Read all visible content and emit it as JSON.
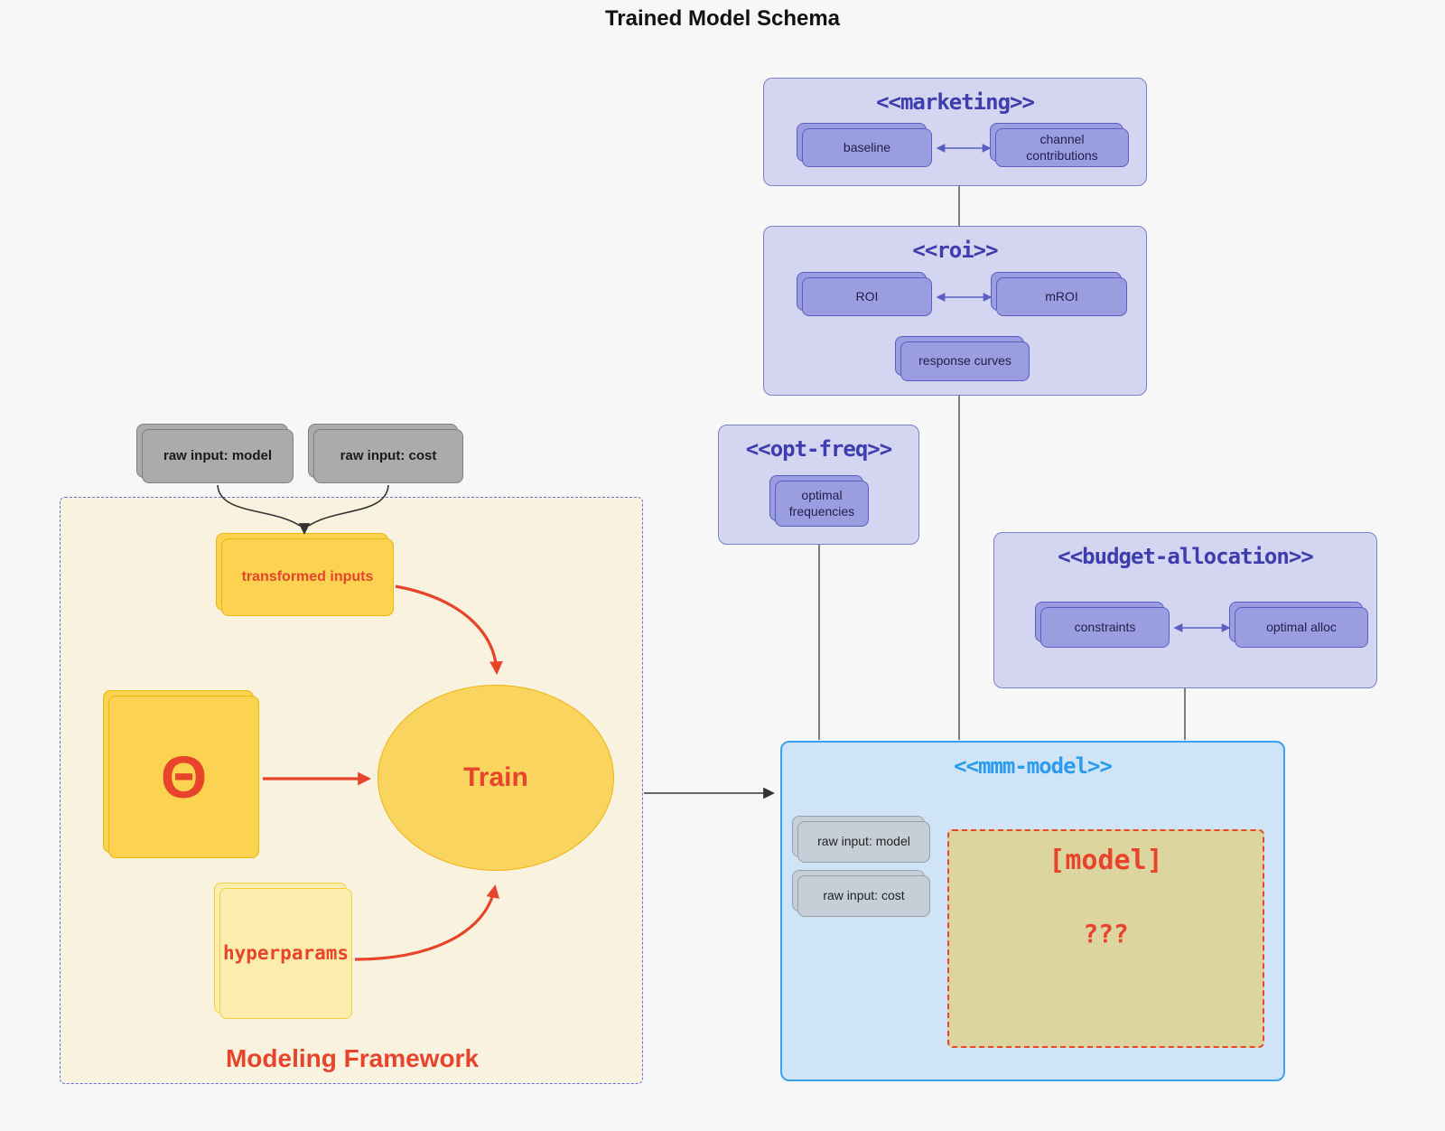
{
  "title": "Trained Model Schema",
  "marketing": {
    "label": "<<marketing>>",
    "baseline": "baseline",
    "channel": "channel contributions"
  },
  "roi": {
    "label": "<<roi>>",
    "roi": "ROI",
    "mroi": "mROI",
    "response": "response curves"
  },
  "opt_freq": {
    "label": "<<opt-freq>>",
    "optimal": "optimal frequencies"
  },
  "budget": {
    "label": "<<budget-allocation>>",
    "constraints": "constraints",
    "optimal_alloc": "optimal alloc"
  },
  "mmm": {
    "label": "<<mmm-model>>",
    "raw_model": "raw input: model",
    "raw_cost": "raw input: cost",
    "model_box": "[model]",
    "unknown": "???"
  },
  "inputs": {
    "raw_model": "raw input: model",
    "raw_cost": "raw input: cost"
  },
  "framework": {
    "label": "Modeling Framework",
    "transformed": "transformed inputs",
    "theta": "Θ",
    "train": "Train",
    "hyperparams": "hyperparams"
  },
  "colors": {
    "page_bg": "#f7f7f8",
    "purple_container_fill": "#d4d5f1",
    "purple_container_border": "#7c80c8",
    "purple_title": "#3d3dae",
    "purple_node_fill": "#9a9de0",
    "purple_node_border": "#5a5ec2",
    "blue_container_fill": "#cfe5f7",
    "blue_container_border": "#3aa1f1",
    "blue_title": "#2b9bf0",
    "gray_node_fill": "#ababab",
    "gray_blue_node_fill": "#c6cfd7",
    "frame_fill": "#f9f2de",
    "frame_border": "#6a6ede",
    "yellow_node_fill": "#fbd350",
    "light_yellow_node_fill": "#fcecad",
    "khaki_fill": "#ddd5a0",
    "red_accent": "#e8432b",
    "edge_gray": "#4a4a4a"
  }
}
